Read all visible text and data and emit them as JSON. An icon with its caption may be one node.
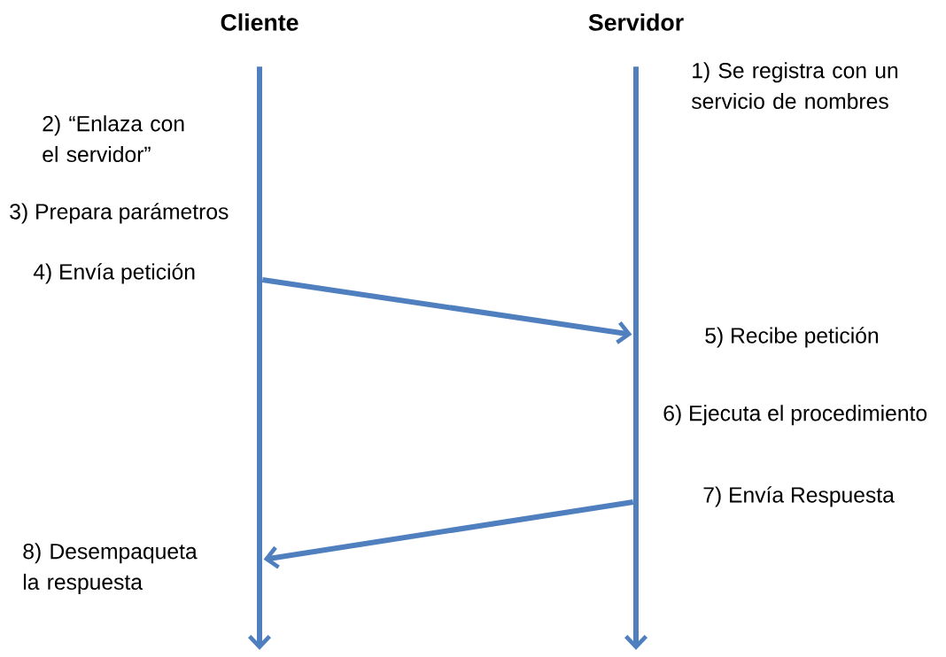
{
  "diagram": {
    "nodes": [
      {
        "text": [
          "Cliente"
        ]
      },
      {
        "text": [
          "Servidor"
        ]
      },
      {
        "text": [],
        "shape": "bar"
      },
      {
        "text": [],
        "shape": "bar"
      }
    ],
    "edges": [
      {
        "from": 2,
        "to": 3,
        "arrow": "to"
      },
      {
        "from": 3,
        "to": 2,
        "arrow": "to"
      }
    ],
    "labels": [
      "1) Se registra con un servicio de nombres",
      "2) “Enlaza con el servidor”",
      "3) Prepara parámetros",
      "4) Envía petición",
      "5) Recibe petición",
      "6) Ejecuta el procedimiento",
      "7) Envía Respuesta",
      "8) Desempaqueta la respuesta"
    ]
  }
}
